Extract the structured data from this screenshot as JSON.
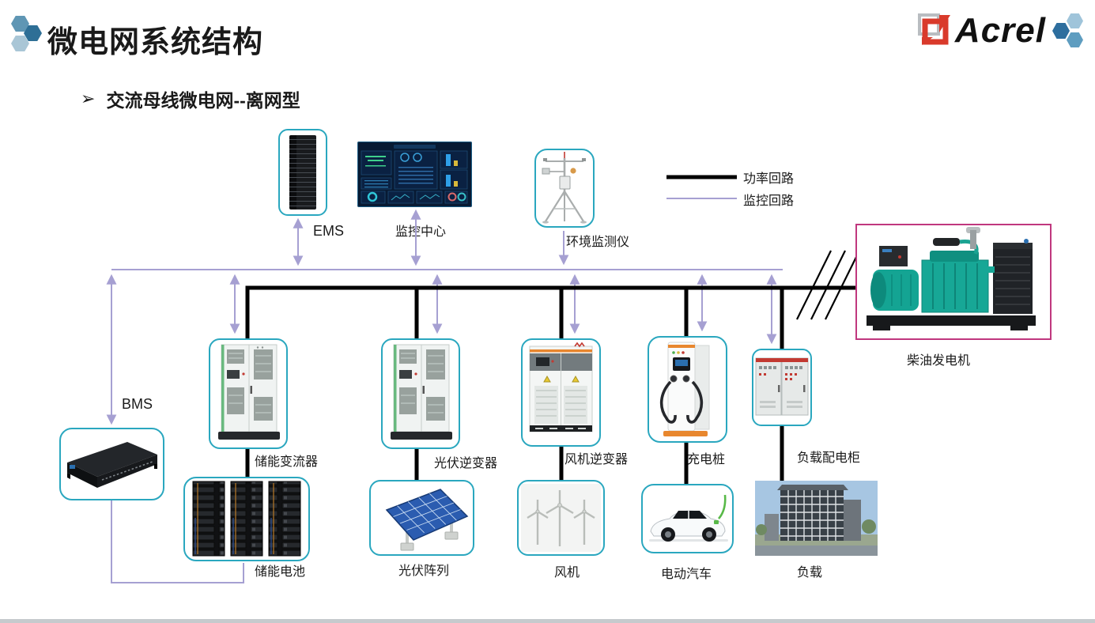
{
  "slide": {
    "title": "微电网系统结构",
    "bullet": "➢",
    "subtitle": "交流母线微电网--离网型"
  },
  "logo": {
    "text": "Acrel"
  },
  "legend": {
    "power_label": "功率回路",
    "monitor_label": "监控回路"
  },
  "labels": {
    "ems": "EMS",
    "monitor_center": "监控中心",
    "env_monitor": "环境监测仪",
    "diesel_generator": "柴油发电机",
    "bms": "BMS",
    "storage_converter": "储能变流器",
    "pv_inverter": "光伏逆变器",
    "wind_inverter": "风机逆变器",
    "charging_pile": "充电桩",
    "load_cabinet": "负载配电柜",
    "storage_battery": "储能电池",
    "pv_array": "光伏阵列",
    "wind_turbine": "风机",
    "electric_vehicle": "电动汽车",
    "load": "负载"
  },
  "colors": {
    "device_border": "#2aa7bf",
    "diesel_border": "#c0377e",
    "power_line": "#000000",
    "monitor_line": "#a6a0d2",
    "logo_red": "#d93a2b",
    "hex_blue_dark": "#2e6f96",
    "hex_blue_mid": "#5f96b4",
    "hex_blue_light": "#a9c6d6"
  }
}
